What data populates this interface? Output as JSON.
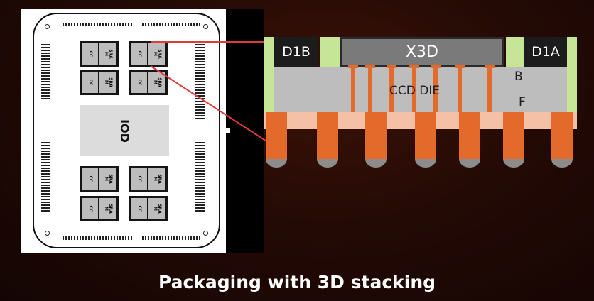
{
  "package": {
    "ccds": [
      {
        "cc": "CC",
        "sram": "SRA\nM"
      },
      {
        "cc": "CC",
        "sram": "SRA\nM"
      },
      {
        "cc": "CC",
        "sram": "SRA\nM"
      },
      {
        "cc": "CC",
        "sram": "SRA\nM"
      },
      {
        "cc": "CC",
        "sram": "SRA\nM"
      },
      {
        "cc": "CC",
        "sram": "SRA\nM"
      },
      {
        "cc": "CC",
        "sram": "SRA\nM"
      },
      {
        "cc": "CC",
        "sram": "SRA\nM"
      }
    ],
    "iod_label": "IOD"
  },
  "cross_section": {
    "left_die": "D1B",
    "center_die": "X3D",
    "right_die": "D1A",
    "ccd_label": "CCD DIE",
    "b_label": "B",
    "f_label": "F"
  },
  "caption": "Packaging with 3D stacking",
  "colors": {
    "background": "#240a05",
    "tsv_orange": "#e36a2b",
    "spacer_green": "#c6e597",
    "callout_line": "#e23a3a"
  }
}
